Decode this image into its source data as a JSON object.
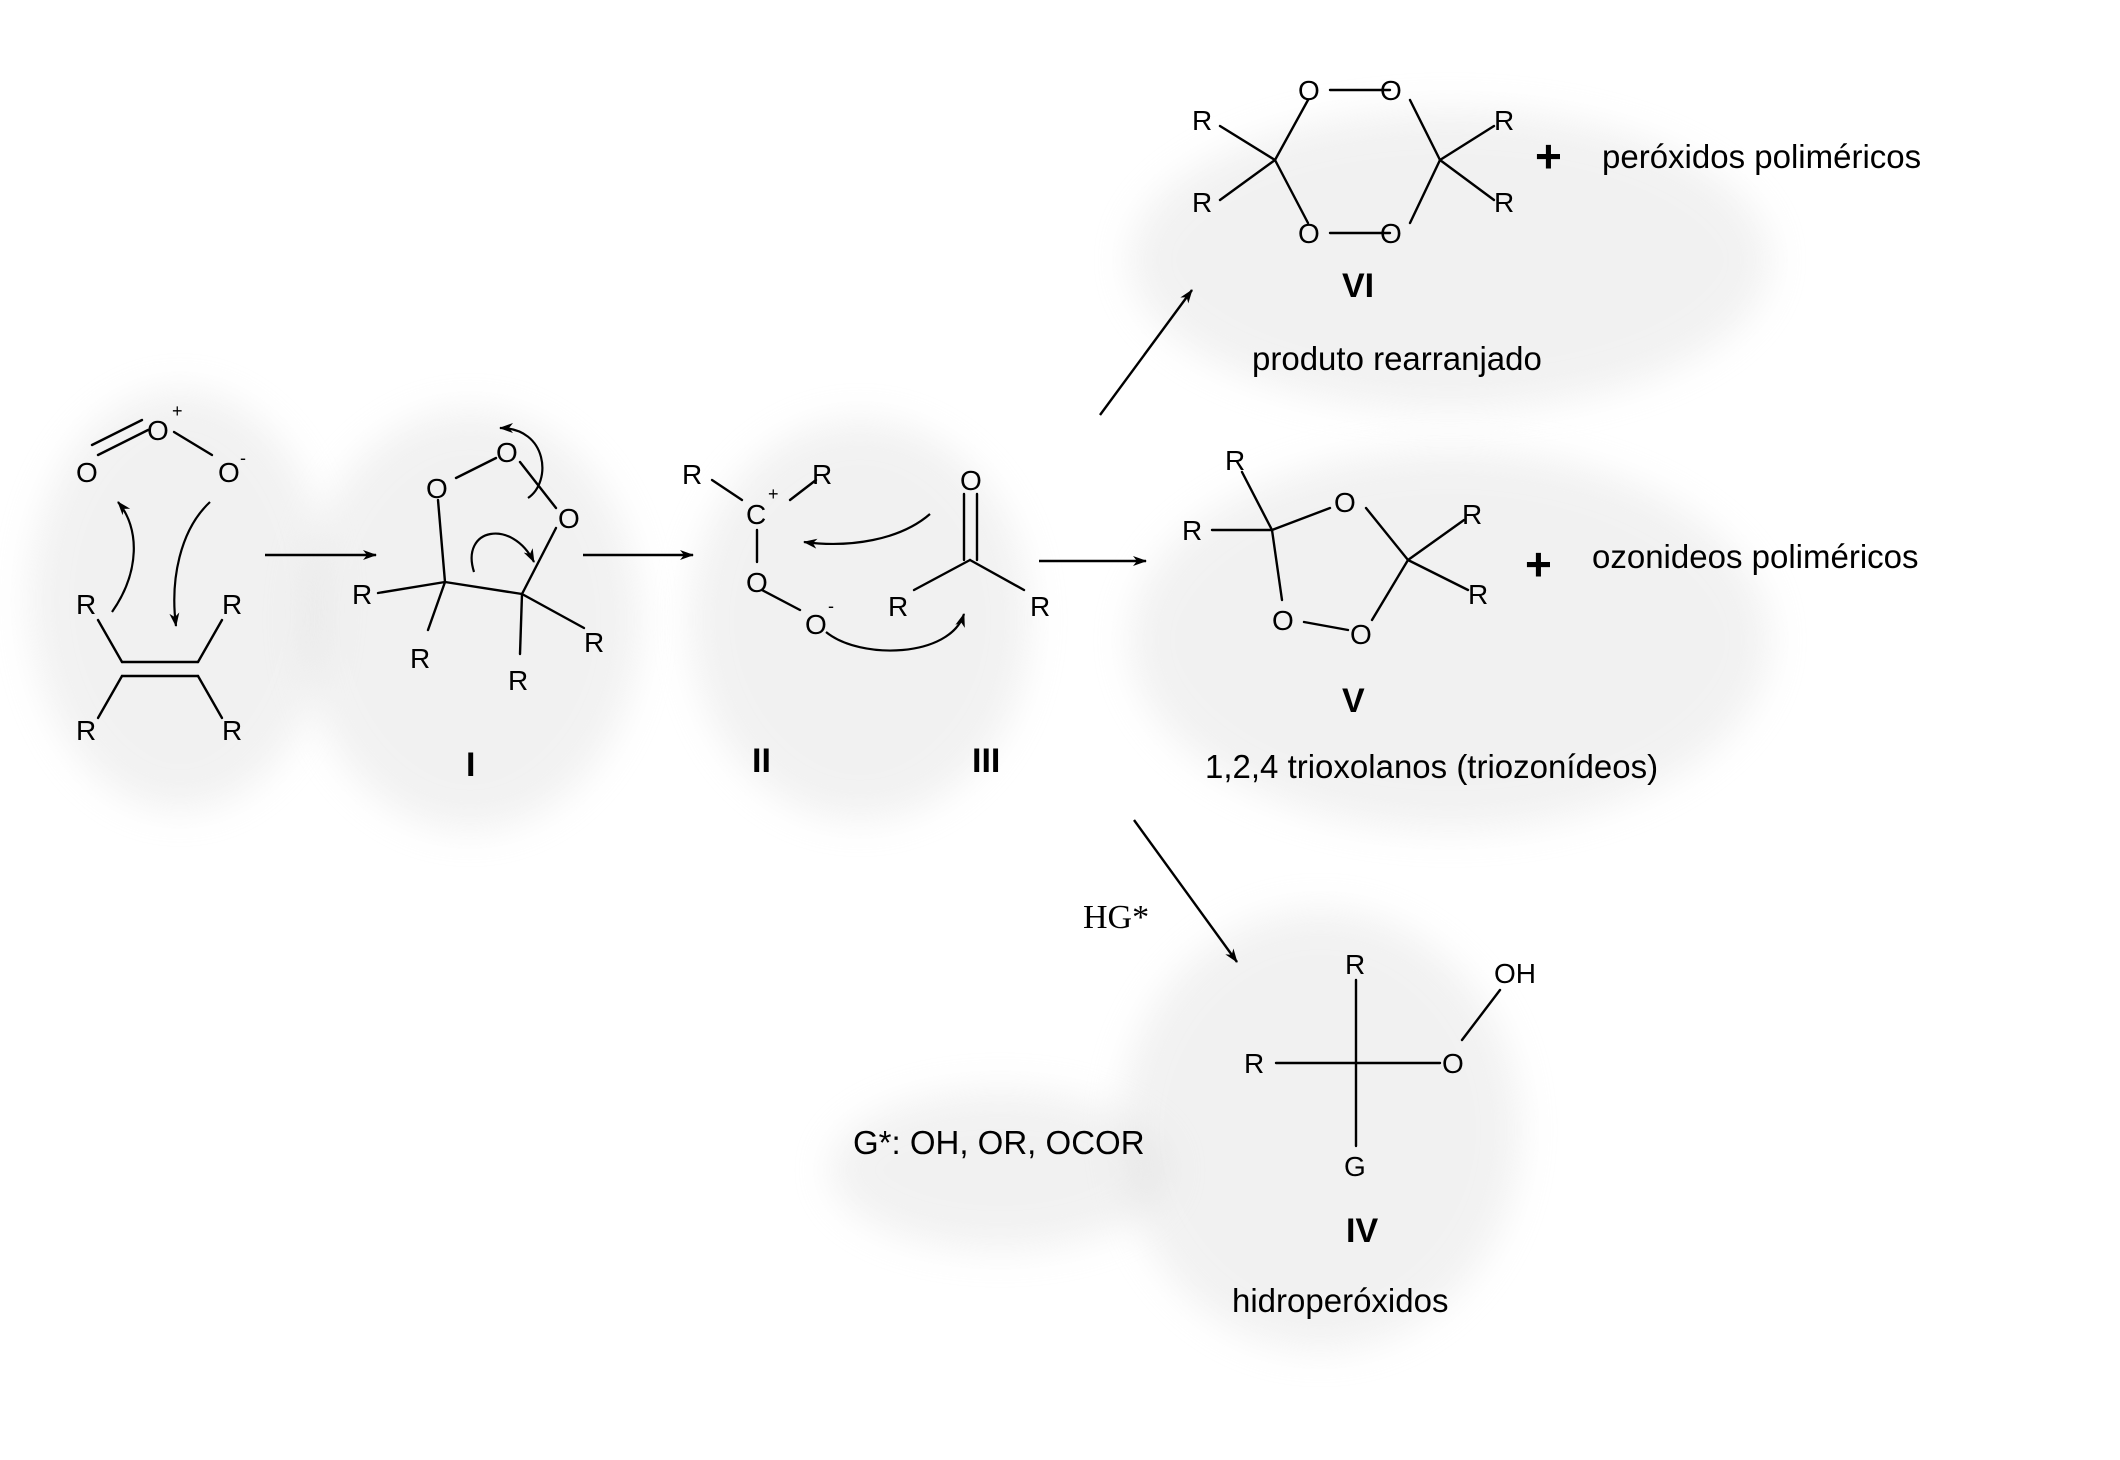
{
  "atoms": {
    "R": "R",
    "O": "O",
    "C": "C",
    "G": "G",
    "OH": "OH",
    "plus_charge": "+",
    "minus_charge": "-"
  },
  "labels": {
    "I": "I",
    "II": "II",
    "III": "III",
    "IV": "IV",
    "V": "V",
    "VI": "VI"
  },
  "products": {
    "vi_plus": "+",
    "vi_side": "peróxidos poliméricos",
    "vi_caption": "produto rearranjado",
    "v_plus": "+",
    "v_side": "ozonideos poliméricos",
    "v_caption": "1,2,4 trioxolanos (triozonídeos)",
    "iv_caption": "hidroperóxidos"
  },
  "reagent": "HG*",
  "g_definition": "G*: OH, OR, OCOR"
}
